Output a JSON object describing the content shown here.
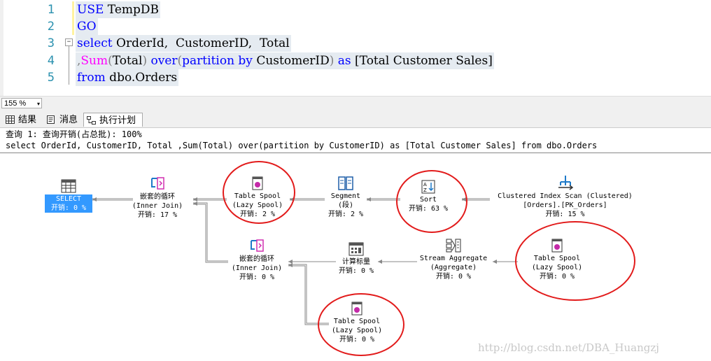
{
  "editor": {
    "line_numbers": [
      "1",
      "2",
      "3",
      "4",
      "5"
    ],
    "lines": [
      [
        {
          "t": "USE",
          "c": "kw"
        },
        {
          "t": " TempDB",
          "c": ""
        }
      ],
      [
        {
          "t": "GO",
          "c": "kw"
        }
      ],
      [
        {
          "t": "select",
          "c": "kw"
        },
        {
          "t": " OrderId, ",
          "c": ""
        },
        {
          "t": " CustomerID, ",
          "c": ""
        },
        {
          "t": " Total",
          "c": ""
        }
      ],
      [
        {
          "t": ",",
          "c": "gr"
        },
        {
          "t": "Sum",
          "c": "fn"
        },
        {
          "t": "(",
          "c": "gr"
        },
        {
          "t": "Total",
          "c": ""
        },
        {
          "t": ")",
          "c": "gr"
        },
        {
          "t": " over",
          "c": "kw"
        },
        {
          "t": "(",
          "c": "gr"
        },
        {
          "t": "partition by",
          "c": "kw"
        },
        {
          "t": " CustomerID",
          "c": ""
        },
        {
          "t": ")",
          "c": "gr"
        },
        {
          "t": " as",
          "c": "kw"
        },
        {
          "t": " [Total Customer Sales]",
          "c": ""
        }
      ],
      [
        {
          "t": "from",
          "c": "kw"
        },
        {
          "t": " dbo.Orders",
          "c": ""
        }
      ]
    ],
    "fold_glyph": "−"
  },
  "zoom": {
    "value": "155 %",
    "arrow": "▾"
  },
  "tabs": [
    {
      "label": "结果",
      "icon": "grid-icon"
    },
    {
      "label": "消息",
      "icon": "message-icon"
    },
    {
      "label": "执行计划",
      "icon": "plan-icon"
    }
  ],
  "query": {
    "header": "查询 1: 查询开销(占总批): 100%",
    "sql": "select OrderId, CustomerID, Total ,Sum(Total) over(partition by CustomerID) as [Total Customer Sales] from dbo.Orders"
  },
  "plan": {
    "select": {
      "name": "SELECT",
      "cost": "开销: 0 %"
    },
    "nested_loops_1": {
      "name": "嵌套的循环",
      "sub": "(Inner Join)",
      "cost": "开销: 17 %"
    },
    "table_spool_1": {
      "name": "Table Spool",
      "sub": "(Lazy Spool)",
      "cost": "开销: 2 %"
    },
    "segment": {
      "name": "Segment",
      "sub": "(段)",
      "cost": "开销: 2 %"
    },
    "sort": {
      "name": "Sort",
      "cost": "开销: 63 %"
    },
    "index_scan": {
      "name": "Clustered Index Scan (Clustered)",
      "sub": "[Orders].[PK_Orders]",
      "cost": "开销: 15 %"
    },
    "nested_loops_2": {
      "name": "嵌套的循环",
      "sub": "(Inner Join)",
      "cost": "开销: 0 %"
    },
    "compute_scalar": {
      "name": "计算标量",
      "cost": "开销: 0 %"
    },
    "stream_aggregate": {
      "name": "Stream Aggregate",
      "sub": "(Aggregate)",
      "cost": "开销: 0 %"
    },
    "table_spool_2": {
      "name": "Table Spool",
      "sub": "(Lazy Spool)",
      "cost": "开销: 0 %"
    },
    "table_spool_3": {
      "name": "Table Spool",
      "sub": "(Lazy Spool)",
      "cost": "开销: 0 %"
    }
  },
  "watermark": "http://blog.csdn.net/DBA_Huangzj",
  "colors": {
    "keyword": "#0000ff",
    "function": "#ff00ff",
    "line_number": "#2b91af",
    "highlight": "#e21b1b",
    "selected": "#3399ff"
  }
}
